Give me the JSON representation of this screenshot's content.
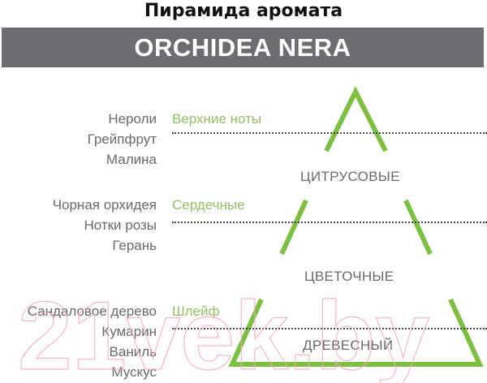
{
  "header": {
    "title": "Пирамида аромата",
    "product_name": "ORCHIDEA NERA"
  },
  "tiers": [
    {
      "label": "Верхние ноты",
      "notes": [
        "Нероли",
        "Грейпфрут",
        "Малина"
      ],
      "family": "ЦИТРУСОВЫЕ"
    },
    {
      "label": "Сердечные",
      "notes": [
        "Чорная орхидея",
        "Нотки розы",
        "Герань"
      ],
      "family": "ЦВЕТОЧНЫЕ"
    },
    {
      "label": "Шлейф",
      "notes": [
        "Сандаловое дерево",
        "Кумарин",
        "Ваниль",
        "Мускус"
      ],
      "family": "ДРЕВЕСНЫЙ"
    }
  ],
  "watermark": {
    "text": "21vek.by"
  },
  "colors": {
    "accent_green": "#7dbf3f",
    "label_green": "#94c063",
    "banner_gray": "#6b6d70",
    "text_gray": "#6a6a6a",
    "watermark_pink": "#f5a9c4"
  }
}
